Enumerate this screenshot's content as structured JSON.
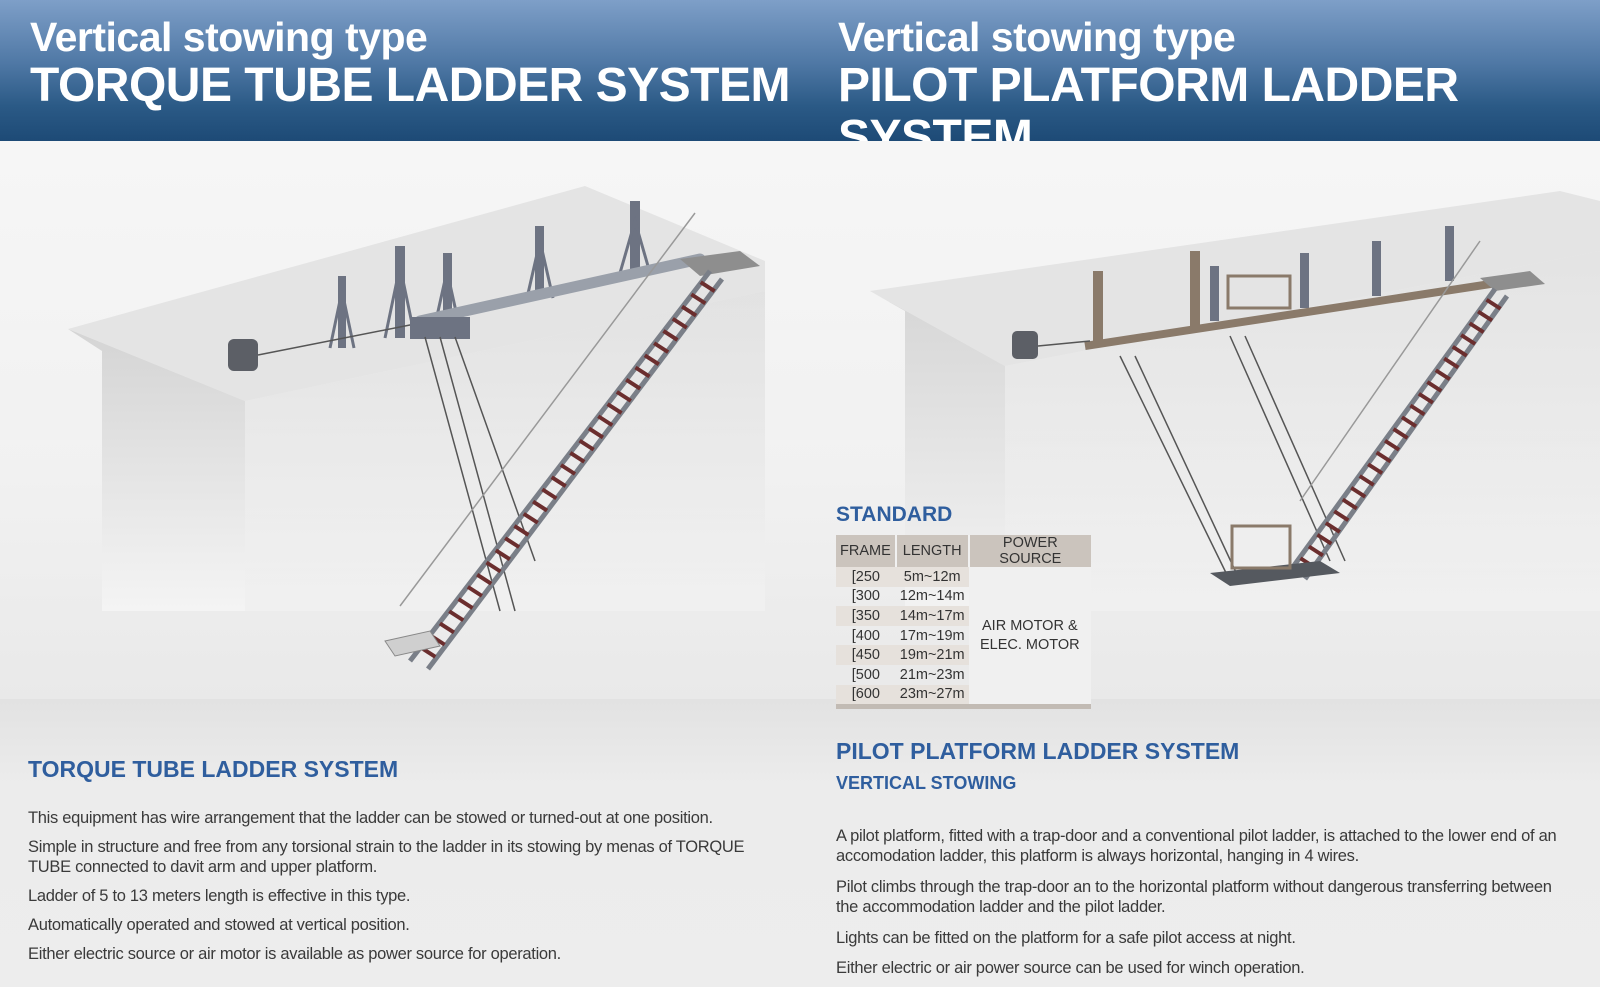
{
  "left": {
    "header_sub": "Vertical stowing type",
    "header_main": "TORQUE TUBE LADDER SYSTEM",
    "section_title": "TORQUE TUBE LADDER SYSTEM",
    "paragraphs": [
      "This equipment has wire arrangement that the ladder can be stowed or turned-out at one position.",
      "Simple in structure and free from any torsional strain to the ladder in its stowing by menas of TORQUE TUBE connected to davit arm and upper platform.",
      "Ladder of 5 to 13 meters length is effective in this type.",
      "Automatically operated and stowed at vertical position.",
      "Either electric source or air motor is available as power source for operation."
    ]
  },
  "right": {
    "header_sub": "Vertical stowing type",
    "header_main": "PILOT PLATFORM LADDER SYSTEM",
    "section_title": "PILOT PLATFORM LADDER SYSTEM",
    "section_sub": "VERTICAL STOWING",
    "paragraphs": [
      "A pilot platform, fitted with a trap-door and a conventional pilot ladder, is attached to the lower end of an accomodation ladder, this platform is always horizontal, hanging in 4 wires.",
      "Pilot climbs through the trap-door an to the horizontal platform without dangerous transferring between the accommodation ladder and the pilot ladder.",
      "Lights can be fitted on the platform for a safe pilot access at night.",
      "Either electric or air power source can be used for winch operation."
    ]
  },
  "standard": {
    "title": "STANDARD",
    "headers": [
      "FRAME",
      "LENGTH",
      "POWER SOURCE"
    ],
    "rows": [
      {
        "frame": "[250",
        "length": "5m~12m"
      },
      {
        "frame": "[300",
        "length": "12m~14m"
      },
      {
        "frame": "[350",
        "length": "14m~17m"
      },
      {
        "frame": "[400",
        "length": "17m~19m"
      },
      {
        "frame": "[450",
        "length": "19m~21m"
      },
      {
        "frame": "[500",
        "length": "21m~23m"
      },
      {
        "frame": "[600",
        "length": "23m~27m"
      }
    ],
    "power_line1": "AIR MOTOR &",
    "power_line2": "ELEC. MOTOR"
  }
}
